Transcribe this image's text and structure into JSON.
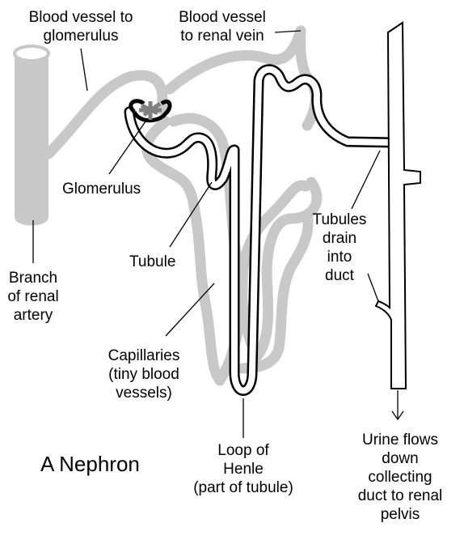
{
  "title": "A Nephron",
  "labels": {
    "vessel_to_glomerulus": [
      "Blood vessel to",
      "glomerulus"
    ],
    "vessel_to_vein": [
      "Blood vessel",
      "to renal vein"
    ],
    "glomerulus": "Glomerulus",
    "tubule": "Tubule",
    "branch": [
      "Branch",
      "of renal",
      "artery"
    ],
    "capillaries": [
      "Capillaries",
      "(tiny blood",
      "vessels)"
    ],
    "tubules_drain": [
      "Tubules",
      "drain",
      "into",
      "duct"
    ],
    "loop": [
      "Loop of",
      "Henle",
      "(part of tubule)"
    ],
    "urine": [
      "Urine flows",
      "down",
      "collecting",
      "duct to renal",
      "pelvis"
    ]
  },
  "colors": {
    "vessel": "#c8c8c8",
    "line": "#000000",
    "background": "#ffffff"
  }
}
